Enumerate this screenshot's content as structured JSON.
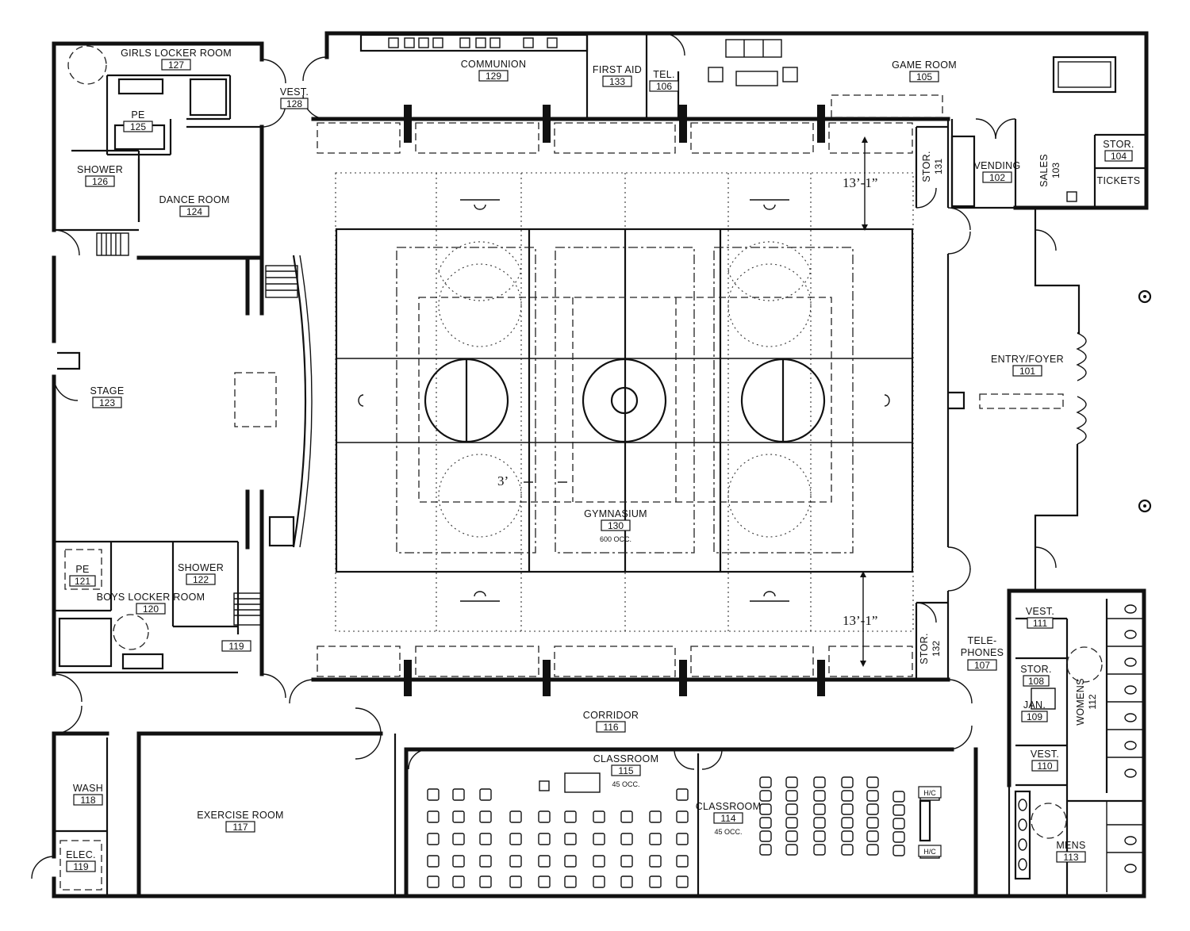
{
  "rooms": [
    {
      "id": "girls-locker",
      "name": "GIRLS LOCKER ROOM",
      "number": "127"
    },
    {
      "id": "vest-128",
      "name": "VEST.",
      "number": "128"
    },
    {
      "id": "communion",
      "name": "COMMUNION",
      "number": "129"
    },
    {
      "id": "first-aid",
      "name": "FIRST AID",
      "number": "133"
    },
    {
      "id": "tel",
      "name": "TEL.",
      "number": "106"
    },
    {
      "id": "game-room",
      "name": "GAME ROOM",
      "number": "105"
    },
    {
      "id": "pe-125",
      "name": "PE",
      "number": "125"
    },
    {
      "id": "shower-126",
      "name": "SHOWER",
      "number": "126"
    },
    {
      "id": "dance-room",
      "name": "DANCE ROOM",
      "number": "124"
    },
    {
      "id": "stor-131",
      "name": "STOR.",
      "number": "131"
    },
    {
      "id": "vending",
      "name": "VENDING",
      "number": "102"
    },
    {
      "id": "sales",
      "name": "SALES",
      "number": "103"
    },
    {
      "id": "stor-104",
      "name": "STOR.",
      "number": "104"
    },
    {
      "id": "tickets",
      "name": "TICKETS",
      "number": ""
    },
    {
      "id": "stage",
      "name": "STAGE",
      "number": "123"
    },
    {
      "id": "entry-foyer",
      "name": "ENTRY/FOYER",
      "number": "101"
    },
    {
      "id": "gymnasium",
      "name": "GYMNASIUM",
      "number": "130",
      "occupancy": "600 OCC."
    },
    {
      "id": "pe-121",
      "name": "PE",
      "number": "121"
    },
    {
      "id": "shower-122",
      "name": "SHOWER",
      "number": "122"
    },
    {
      "id": "boys-locker",
      "name": "BOYS LOCKER ROOM",
      "number": "120"
    },
    {
      "id": "room-119a",
      "name": "",
      "number": "119"
    },
    {
      "id": "stor-132",
      "name": "STOR.",
      "number": "132"
    },
    {
      "id": "telephones",
      "name": "TELE-\nPHONES",
      "number": "107"
    },
    {
      "id": "vest-111",
      "name": "VEST.",
      "number": "111"
    },
    {
      "id": "stor-108",
      "name": "STOR.",
      "number": "108"
    },
    {
      "id": "jan-109",
      "name": "JAN.",
      "number": "109"
    },
    {
      "id": "womens",
      "name": "WOMENS",
      "number": "112"
    },
    {
      "id": "corridor",
      "name": "CORRIDOR",
      "number": "116"
    },
    {
      "id": "classroom-115",
      "name": "CLASSROOM",
      "number": "115",
      "occupancy": "45 OCC."
    },
    {
      "id": "classroom-114",
      "name": "CLASSROOM",
      "number": "114",
      "occupancy": "45 OCC."
    },
    {
      "id": "wash",
      "name": "WASH",
      "number": "118"
    },
    {
      "id": "exercise-room",
      "name": "EXERCISE ROOM",
      "number": "117"
    },
    {
      "id": "elec",
      "name": "ELEC.",
      "number": "119"
    },
    {
      "id": "vest-110",
      "name": "VEST.",
      "number": "110"
    },
    {
      "id": "mens",
      "name": "MENS",
      "number": "113"
    }
  ],
  "dimensions": {
    "top_clearance": "13’-1”",
    "bottom_clearance": "13’-1”",
    "court_gap": "3’"
  },
  "equipment_labels": {
    "hc_upper": "H/C",
    "hc_lower": "H/C"
  }
}
